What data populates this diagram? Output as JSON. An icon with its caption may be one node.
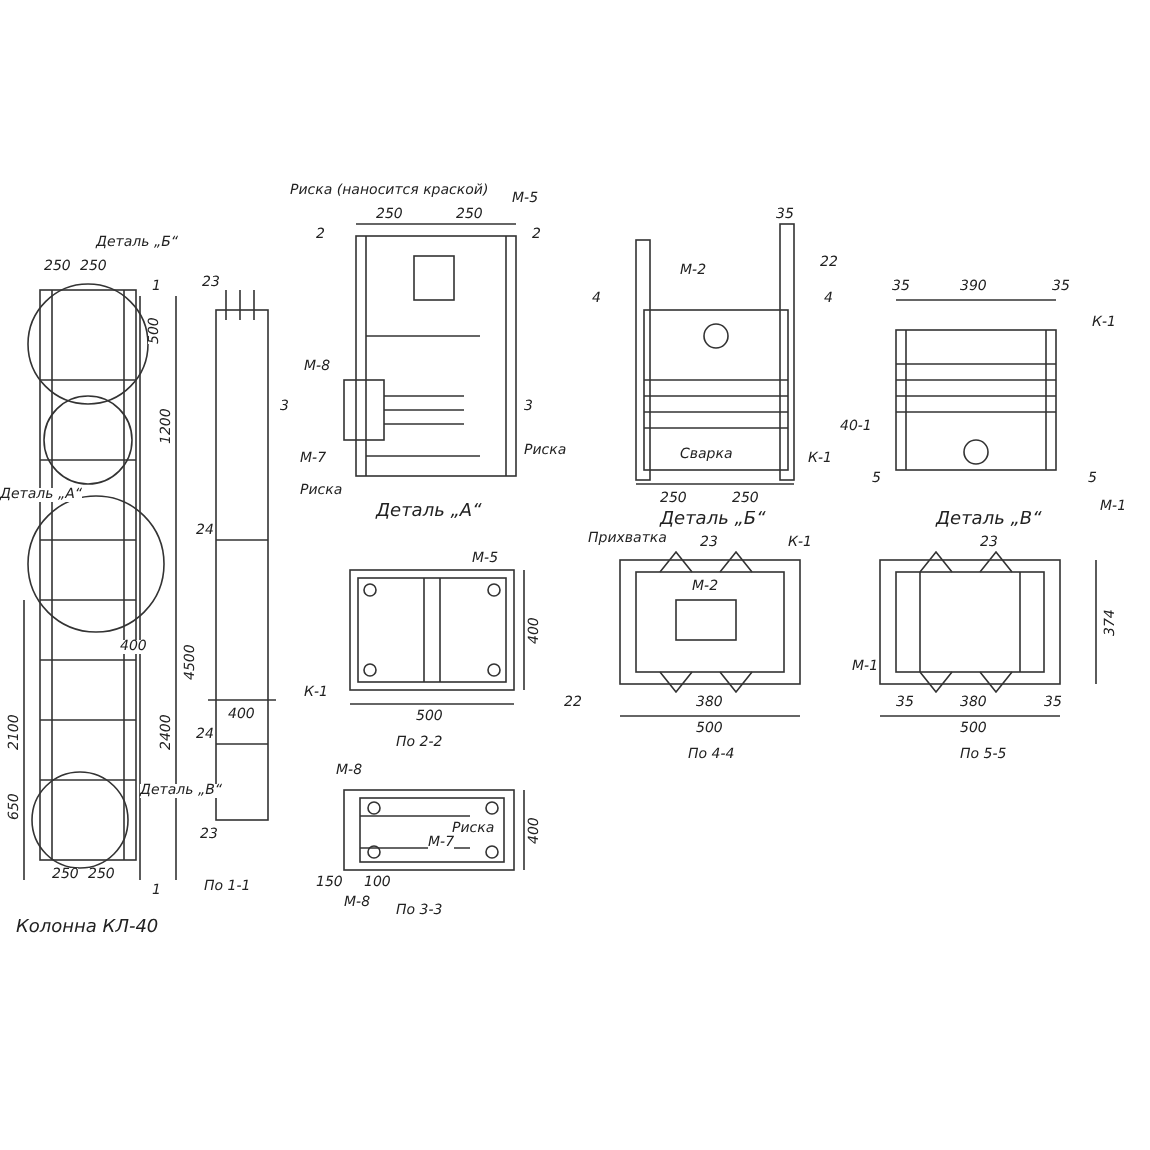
{
  "diagram": {
    "labels": [
      "Деталь „Б“",
      "250",
      "250",
      "500",
      "1200",
      "4500",
      "2100",
      "2400",
      "650",
      "Деталь „А“",
      "400",
      "Деталь „В“",
      "250",
      "250",
      "1",
      "1",
      "Колонна КЛ-40",
      "23",
      "24",
      "24",
      "23",
      "400",
      "По 1-1",
      "Риска (наносится краской)",
      "250",
      "250",
      "М-5",
      "2",
      "2",
      "М-8",
      "М-7",
      "Риска",
      "Риска",
      "3",
      "3",
      "Деталь „А“",
      "М-5",
      "К-1",
      "500",
      "400",
      "По 2-2",
      "М-8",
      "Риска",
      "М-7",
      "150",
      "100",
      "М-8",
      "400",
      "По 3-3",
      "35",
      "22",
      "М-2",
      "4",
      "4",
      "Сварка",
      "250",
      "250",
      "К-1",
      "Деталь „Б“",
      "35",
      "390",
      "35",
      "К-1",
      "40-1",
      "5",
      "5",
      "М-1",
      "Деталь „В“",
      "Прихватка",
      "23",
      "К-1",
      "М-2",
      "22",
      "380",
      "500",
      "По 4-4",
      "23",
      "М-1",
      "35",
      "380",
      "35",
      "500",
      "374",
      "По 5-5"
    ]
  }
}
